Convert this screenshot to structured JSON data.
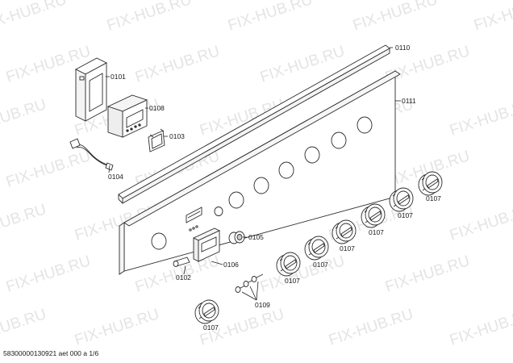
{
  "watermark": "FIX-HUB.RU",
  "footer": "58300000130921 aet 000 a 1/6",
  "parts": {
    "p0101": "0101",
    "p0102": "0102",
    "p0103": "0103",
    "p0104": "0104",
    "p0105": "0105",
    "p0106": "0106",
    "p0107": "0107",
    "p0108": "0108",
    "p0109": "0109",
    "p0110": "0110",
    "p0111": "0111"
  }
}
